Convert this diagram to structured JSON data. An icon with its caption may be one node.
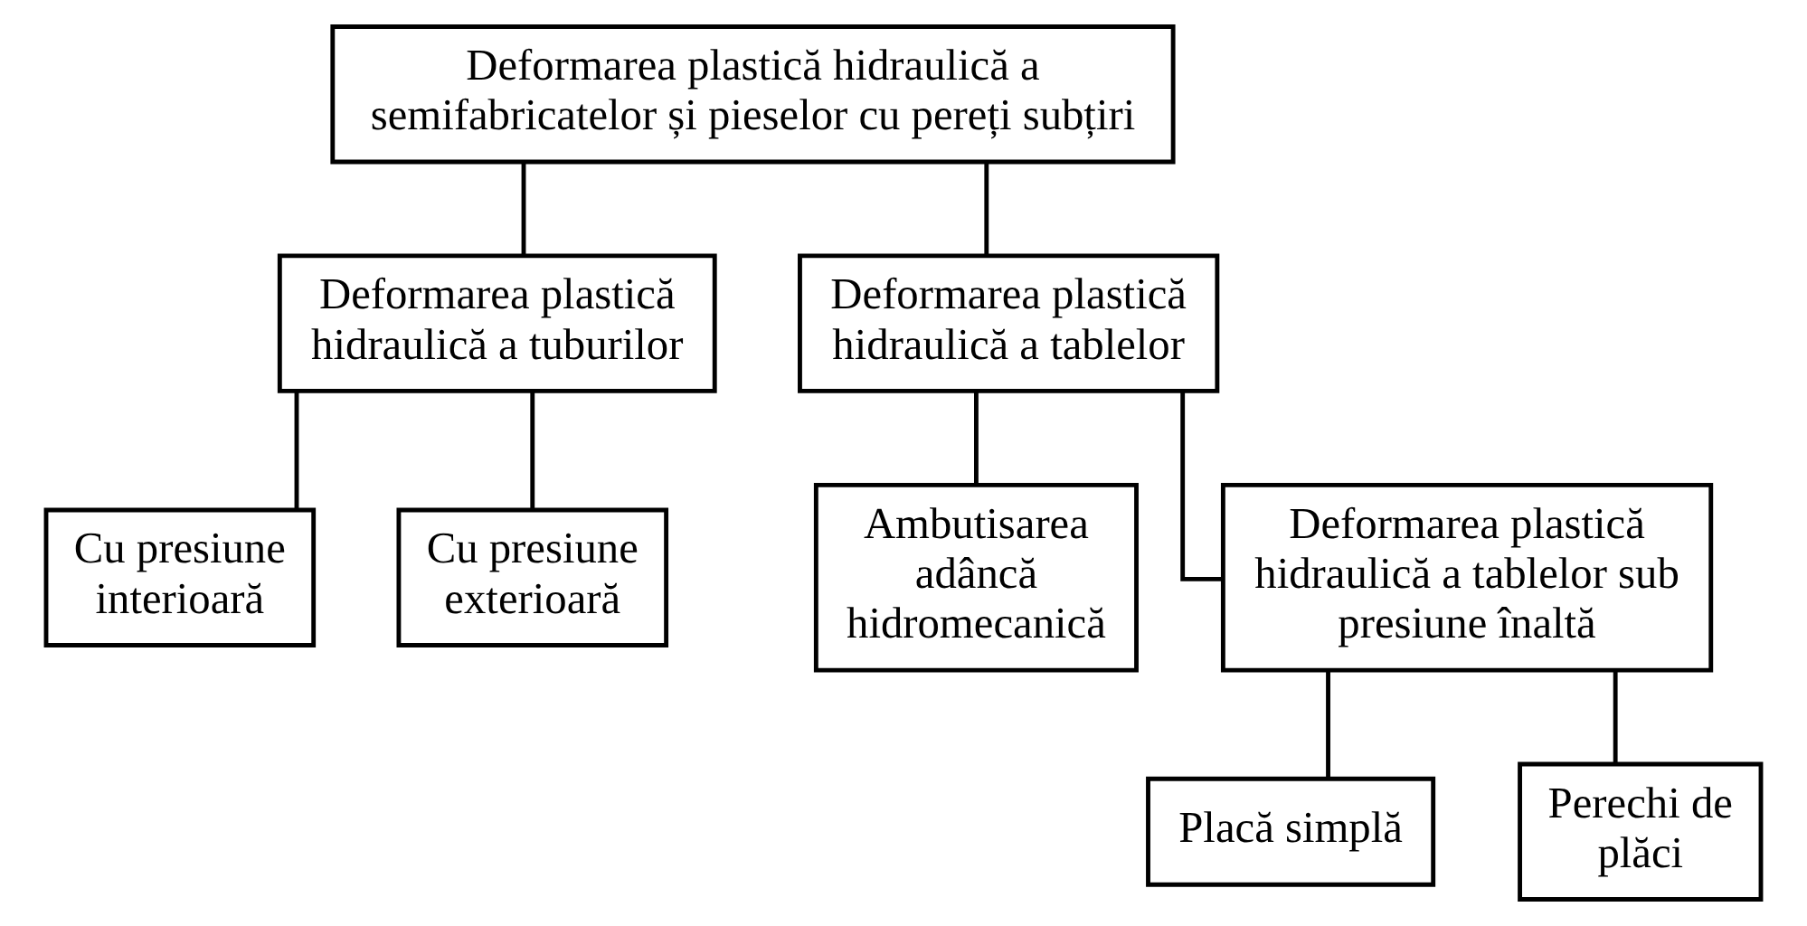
{
  "diagram": {
    "nodes": [
      {
        "text": [
          "Deformarea plastică hidraulică a semifabricatelor și pieselor cu pereți subțiri"
        ]
      },
      {
        "text": [
          "Deformarea plastică hidraulică a tuburilor"
        ]
      },
      {
        "text": [
          "Deformarea plastică hidraulică a tablelor"
        ]
      },
      {
        "text": [
          "Cu presiune interioară"
        ]
      },
      {
        "text": [
          "Cu presiune exterioară"
        ]
      },
      {
        "text": [
          "Ambutisarea adâncă hidromecanică"
        ]
      },
      {
        "text": [
          "Deformarea plastică hidraulică a tablelor sub presiune înaltă"
        ]
      },
      {
        "text": [
          "Placă simplă"
        ]
      },
      {
        "text": [
          "Perechi de plăci"
        ]
      }
    ],
    "edges": [
      {
        "from": 0,
        "to": 1,
        "arrow": "none"
      },
      {
        "from": 0,
        "to": 2,
        "arrow": "none"
      },
      {
        "from": 1,
        "to": 3,
        "arrow": "none"
      },
      {
        "from": 1,
        "to": 4,
        "arrow": "none"
      },
      {
        "from": 2,
        "to": 5,
        "arrow": "none"
      },
      {
        "from": 2,
        "to": 6,
        "arrow": "none"
      },
      {
        "from": 6,
        "to": 7,
        "arrow": "none"
      },
      {
        "from": 6,
        "to": 8,
        "arrow": "none"
      }
    ]
  }
}
